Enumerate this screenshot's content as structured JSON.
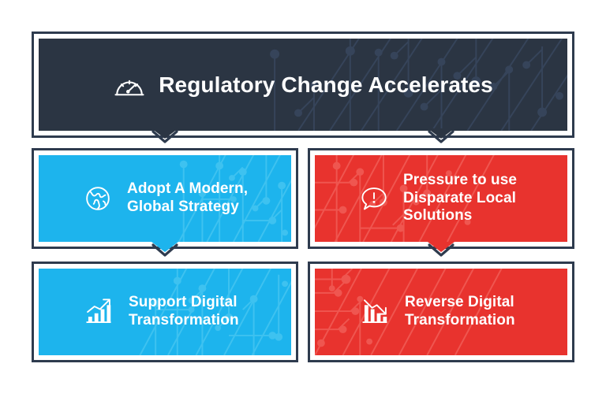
{
  "palette": {
    "dark_navy": "#2b3543",
    "border_navy": "#2e3b4e",
    "blue": "#1db4ed",
    "red": "#e8332e",
    "white": "#ffffff"
  },
  "header": {
    "title": "Regulatory Change Accelerates",
    "icon": "speedometer-icon"
  },
  "cards": [
    {
      "title": "Adopt A Modern, Global Strategy",
      "line1": "Adopt A Modern,",
      "line2": "Global Strategy",
      "icon": "globe-icon",
      "color": "#1db4ed",
      "tone": "positive"
    },
    {
      "title": "Pressure to use Disparate Local Solutions",
      "line1": "Pressure to use",
      "line2": "Disparate Local",
      "line3": "Solutions",
      "icon": "alert-speech-bubble-icon",
      "color": "#e8332e",
      "tone": "negative"
    },
    {
      "title": "Support Digital Transformation",
      "line1": "Support Digital",
      "line2": "Transformation",
      "icon": "bar-chart-up-icon",
      "color": "#1db4ed",
      "tone": "positive"
    },
    {
      "title": "Reverse Digital Transformation",
      "line1": "Reverse Digital",
      "line2": "Transformation",
      "icon": "bar-chart-down-icon",
      "color": "#e8332e",
      "tone": "negative"
    }
  ],
  "connectors": [
    {
      "name": "header-to-adopt-modern",
      "direction": "down"
    },
    {
      "name": "header-to-pressure-disparate",
      "direction": "down"
    },
    {
      "name": "adopt-modern-to-support-digital",
      "direction": "down"
    },
    {
      "name": "pressure-to-reverse-digital",
      "direction": "down"
    }
  ]
}
